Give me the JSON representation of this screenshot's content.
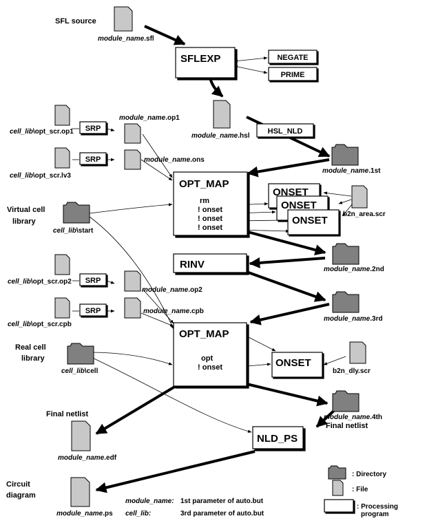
{
  "labels": {
    "sfl_source": "SFL source",
    "virtual_lib_line1": "Virtual cell",
    "virtual_lib_line2": "library",
    "real_lib_line1": "Real cell",
    "real_lib_line2": "library",
    "final_netlist_left": "Final netlist",
    "final_netlist_right": "Final netlist",
    "circuit_line1": "Circuit",
    "circuit_line2": "diagram"
  },
  "files": {
    "var_module": "module_name",
    "var_cell": "cell_lib",
    "sfl": ".sfl",
    "hsl": ".hsl",
    "op1": ".op1",
    "ons": ".ons",
    "op2": ".op2",
    "cpb": ".cpb",
    "edf": ".edf",
    "ps": ".ps",
    "d1st": ".1st",
    "d2nd": ".2nd",
    "d3rd": ".3rd",
    "d4th": ".4th",
    "scr_op1": "\\opt_scr.op1",
    "scr_lv3": "\\opt_scr.lv3",
    "scr_op2": "\\opt_scr.op2",
    "scr_cpb": "\\opt_scr.cpb",
    "start": "\\start",
    "cell": "\\cell",
    "b2n_area": "b2n_area.scr",
    "b2n_dly": "b2n_dly.scr"
  },
  "processes": {
    "sflexp": "SFLEXP",
    "negate": "NEGATE",
    "prime": "PRIME",
    "hsl_nld": "HSL_NLD",
    "srp": "SRP",
    "opt_map": "OPT_MAP",
    "onset": "ONSET",
    "rinv": "RINV",
    "nld_ps": "NLD_PS"
  },
  "commands": {
    "rm": "rm",
    "onset": "! onset",
    "opt": "opt"
  },
  "legend": {
    "directory": ": Directory",
    "file": ": File",
    "proc_line1": ": Processing",
    "proc_line2": "program",
    "param_module_key": "module_name:",
    "param_module_desc": "1st parameter of auto.but",
    "param_cell_key": "cell_lib:",
    "param_cell_desc": "3rd parameter of auto.but"
  },
  "colors": {
    "file_fill": "#c8c8c8",
    "dir_fill": "#808080",
    "line": "#000000"
  }
}
